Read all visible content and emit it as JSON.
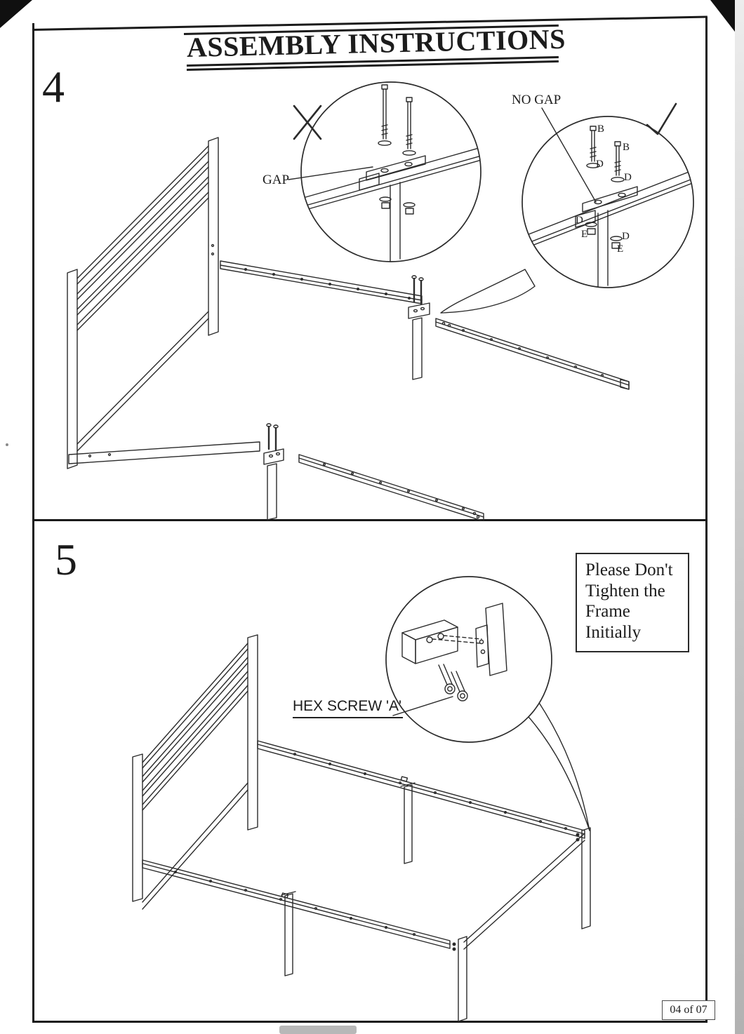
{
  "page": {
    "title": "ASSEMBLY INSTRUCTIONS",
    "page_number": "04 of 07"
  },
  "steps": {
    "step4": {
      "number": "4",
      "wrong_label": "GAP",
      "correct_label": "NO GAP",
      "part_labels": {
        "b1": "B",
        "b2": "B",
        "d1": "D",
        "d2": "D",
        "d3": "D",
        "e1": "E",
        "d4": "D",
        "e2": "E"
      }
    },
    "step5": {
      "number": "5",
      "screw_label": "HEX SCREW 'A'",
      "note_lines": [
        "Please Don't",
        "Tighten the",
        "Frame",
        "Initially"
      ]
    }
  }
}
